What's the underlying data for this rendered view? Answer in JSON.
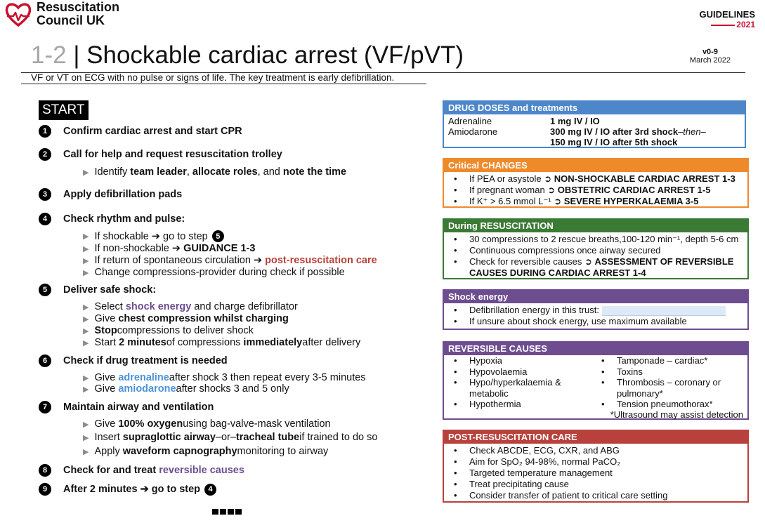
{
  "logo": {
    "line1": "Resuscitation",
    "line2": "Council UK"
  },
  "guidelines": {
    "label": "GUIDELINES",
    "year": "2021"
  },
  "title": {
    "number": "1-2",
    "separator": " | ",
    "text": "Shockable cardiac arrest (VF/pVT)"
  },
  "version": {
    "code": "v0-9",
    "date": "March 2022"
  },
  "subtitle": "VF or VT on ECG with no pulse or signs of life. The key treatment is early defibrillation.",
  "start_label": "START",
  "steps": [
    {
      "n": "1",
      "text": "Confirm cardiac arrest and start CPR"
    },
    {
      "n": "2",
      "text": "Call for help and request resuscitation trolley"
    },
    {
      "n": "3",
      "text": "Apply defibrillation pads"
    },
    {
      "n": "4",
      "text": "Check rhythm and pulse:"
    },
    {
      "n": "5",
      "text": "Deliver safe shock:"
    },
    {
      "n": "6",
      "text": "Check if drug treatment is needed"
    },
    {
      "n": "7",
      "text": "Maintain airway and ventilation"
    },
    {
      "n": "8",
      "text": "Check for and treat ",
      "link": "reversible causes"
    },
    {
      "n": "9",
      "text": "After 2 minutes ➔ go to step",
      "ref": "4"
    }
  ],
  "sub2": {
    "a": "Identify ",
    "b": "team leader",
    "c": ", ",
    "d": "allocate roles",
    "e": ", and ",
    "f": "note the time"
  },
  "sub4": {
    "a1": "If shockable ➔ go to step",
    "a_ref": "5",
    "b1": "If non-shockable ➔ ",
    "b2": "GUIDANCE 1-3",
    "c1": "If return of spontaneous circulation ➔ ",
    "c2": "post-resuscitation care",
    "d1": "Change compressions-provider during check if possible"
  },
  "sub5": {
    "a1": "Select ",
    "a2": "shock energy",
    "a3": " and charge defibrillator",
    "b1": "Give ",
    "b2": "chest compression whilst charging",
    "c1": "Stop",
    "c2": " compressions to deliver shock",
    "d1": "Start ",
    "d2": "2 minutes",
    "d3": " of compressions ",
    "d4": "immediately",
    "d5": " after delivery"
  },
  "sub6": {
    "a1": "Give ",
    "a2": "adrenaline",
    "a3": " after shock 3 then repeat every 3-5 minutes",
    "b1": "Give ",
    "b2": "amiodarone",
    "b3": " after shocks 3 and 5 only"
  },
  "sub7": {
    "a1": "Give ",
    "a2": "100% oxygen",
    "a3": " using bag-valve-mask ventilation",
    "b1": "Insert ",
    "b2": "supraglottic airway",
    "b3": " –or– ",
    "b4": "tracheal tube",
    "b5": " if trained to do so",
    "c1": "Apply ",
    "c2": "waveform capnography",
    "c3": " monitoring to airway"
  },
  "drug": {
    "header": "DRUG DOSES and treatments",
    "adrenaline_label": "Adrenaline",
    "adrenaline_dose": "1 mg IV / IO",
    "amiodarone_label": "Amiodarone",
    "amiodarone_dose1": "300 mg IV / IO after 3rd shock",
    "then": " –then–",
    "amiodarone_dose2": "150 mg IV / IO after 5th shock"
  },
  "critical": {
    "header": "Critical CHANGES",
    "i1a": "If PEA or asystole ➲ ",
    "i1b": "NON-SHOCKABLE CARDIAC ARREST 1-3",
    "i2a": "If pregnant woman  ➲ ",
    "i2b": "OBSTETRIC CARDIAC ARREST 1-5",
    "i3a": "If K⁺ > 6.5 mmol L⁻¹  ➲ ",
    "i3b": "SEVERE HYPERKALAEMIA 3-5"
  },
  "during": {
    "header": "During RESUSCITATION",
    "i1": "30 compressions to 2 rescue breaths,100-120 min⁻¹, depth 5-6 cm",
    "i2": "Continuous compressions once airway secured",
    "i3a": "Check for reversible causes ➲ ",
    "i3b": "ASSESSMENT OF REVERSIBLE CAUSES DURING CARDIAC ARREST 1-4"
  },
  "shock": {
    "header": "Shock energy",
    "i1": "Defibrillation energy in this trust:",
    "i2": "If unsure about shock energy, use maximum available"
  },
  "reversible": {
    "header": "REVERSIBLE CAUSES",
    "left": [
      "Hypoxia",
      "Hypovolaemia",
      "Hypo/hyperkalaemia & metabolic",
      "Hypothermia"
    ],
    "right": [
      "Tamponade – cardiac*",
      "Toxins",
      "Thrombosis – coronary or pulmonary*",
      "Tension pneumothorax*"
    ],
    "note": "*Ultrasound may assist detection"
  },
  "post": {
    "header": "POST-RESUSCITATION CARE",
    "i1": "Check ABCDE, ECG, CXR, and ABG",
    "i2": "Aim for SpO₂ 94-98%, normal PaCO₂",
    "i3": "Targeted temperature management",
    "i4": "Treat precipitating cause",
    "i5": "Consider transfer of patient to critical care setting"
  },
  "colors": {
    "drug": "#4d86c9",
    "critical": "#ef8a2b",
    "during": "#3b7a34",
    "shock": "#6e4c90",
    "reversible": "#6e4c90",
    "post": "#b9413c",
    "logo": "#c8102e"
  }
}
